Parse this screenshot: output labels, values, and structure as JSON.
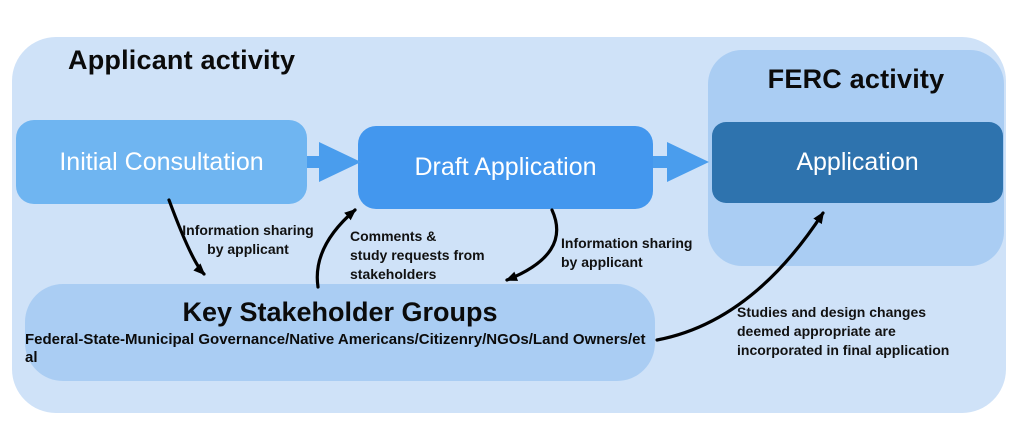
{
  "colors": {
    "page_bg": "#ffffff",
    "applicant_panel_bg": "#cfe2f8",
    "ferc_panel_bg": "#aacdf3",
    "initial_consultation_bg": "#6fb5f1",
    "draft_application_bg": "#4397ee",
    "application_bg": "#2e73ae",
    "stakeholder_box_bg": "#aacdf3",
    "block_arrow": "#4a9ded",
    "curved_arrow": "#000000",
    "node_text": "#ffffff",
    "label_text": "#111111"
  },
  "panels": {
    "applicant": {
      "title": "Applicant activity"
    },
    "ferc": {
      "title": "FERC activity"
    }
  },
  "nodes": {
    "initial_consultation": {
      "label": "Initial Consultation"
    },
    "draft_application": {
      "label": "Draft Application"
    },
    "application": {
      "label": "Application"
    },
    "key_stakeholder_groups": {
      "title": "Key Stakeholder Groups",
      "subtitle": "Federal-State-Municipal Governance/Native Americans/Citizenry/NGOs/Land Owners/et al"
    }
  },
  "edges": {
    "initial_to_stakeholders": {
      "label": "Information sharing\nby applicant"
    },
    "stakeholders_to_draft": {
      "label": "Comments &\nstudy requests from\nstakeholders"
    },
    "draft_to_stakeholders": {
      "label": "Information sharing\nby applicant"
    },
    "stakeholders_to_application": {
      "label": "Studies and design changes\ndeemed appropriate are\nincorporated in final application"
    }
  }
}
